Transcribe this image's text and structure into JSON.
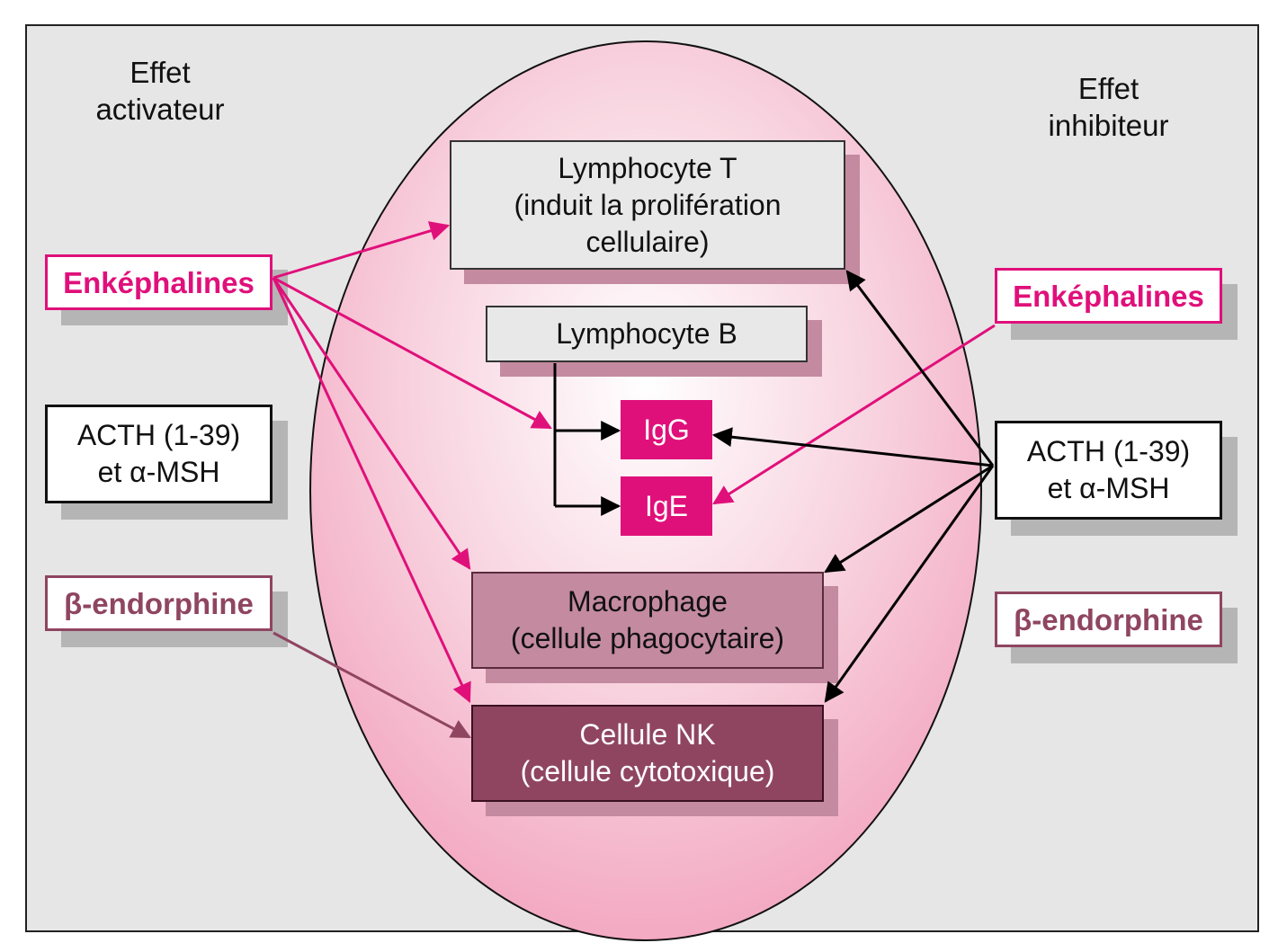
{
  "headings": {
    "activating": [
      "Effet",
      "activateur"
    ],
    "inhibiting": [
      "Effet",
      "inhibiteur"
    ]
  },
  "cells": {
    "t_cell": [
      "Lymphocyte T",
      "(induit la prolifération",
      "cellulaire)"
    ],
    "b_cell": "Lymphocyte B",
    "igg": "IgG",
    "ige": "IgE",
    "macrophage": [
      "Macrophage",
      "(cellule phagocytaire)"
    ],
    "nk_cell": [
      "Cellule NK",
      "(cellule cytotoxique)"
    ]
  },
  "left_signals": {
    "enkephalins": "Enképhalines",
    "acth": [
      "ACTH (1-39)",
      "et α-MSH"
    ],
    "beta_endorphin": "β-endorphine"
  },
  "right_signals": {
    "enkephalins": "Enképhalines",
    "acth": [
      "ACTH (1-39)",
      "et α-MSH"
    ],
    "beta_endorphin": "β-endorphine"
  },
  "colors": {
    "enkephalin_magenta": "#e0107a",
    "beta_endorphin_mauve": "#8f4560",
    "macrophage_fill": "#c48a9f",
    "ellipse_pink": "#f5b3c9",
    "background_grey": "#e6e6e6",
    "arrow_black": "#000000"
  }
}
